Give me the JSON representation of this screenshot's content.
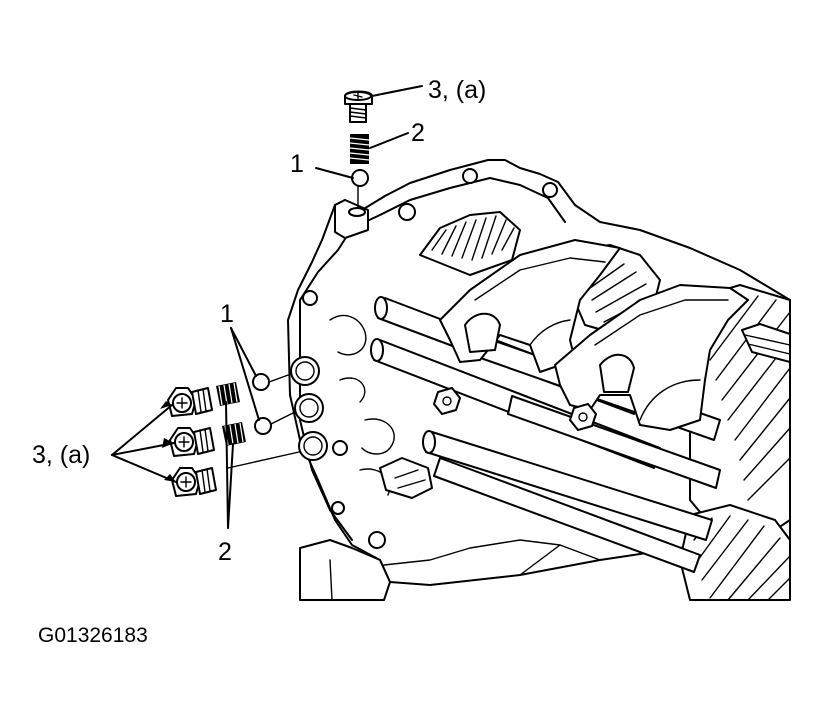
{
  "callouts": {
    "top_bolt": "3, (a)",
    "top_spring": "2",
    "top_ball": "1",
    "side_balls": "1",
    "side_bolts": "3, (a)",
    "side_springs": "2"
  },
  "figure_code": "G01326183"
}
